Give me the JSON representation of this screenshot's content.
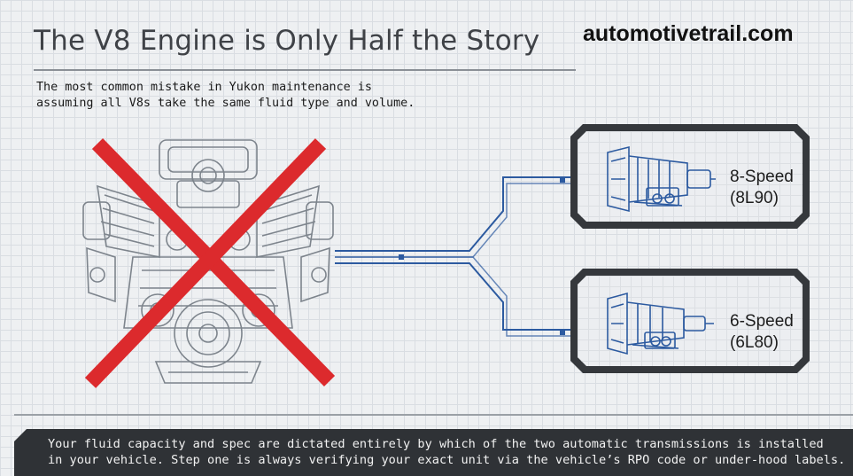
{
  "header": {
    "title": "The V8 Engine is Only Half the Story",
    "brand": "automotivetrail.com"
  },
  "intro": {
    "line1": "The most common mistake in Yukon maintenance is",
    "line2": "assuming all V8s take the same fluid type and volume."
  },
  "engine": {
    "icon": "v8-engine-icon",
    "overlay_icon": "red-x-icon",
    "overlay_color": "#dc2a2d"
  },
  "transmissions": [
    {
      "speed": "8-Speed",
      "code": "(8L90)",
      "icon": "transmission-icon"
    },
    {
      "speed": "6-Speed",
      "code": "(6L80)",
      "icon": "transmission-icon"
    }
  ],
  "footer": {
    "line1": "Your fluid capacity and spec are dictated entirely by which of the two automatic transmissions is installed",
    "line2": "in your vehicle. Step one is always verifying your exact unit via the vehicle’s RPO code or under-hood labels."
  },
  "colors": {
    "line_blue": "#2c5aa0",
    "box_dark": "#35383c",
    "footer_bg": "#2f3236"
  }
}
